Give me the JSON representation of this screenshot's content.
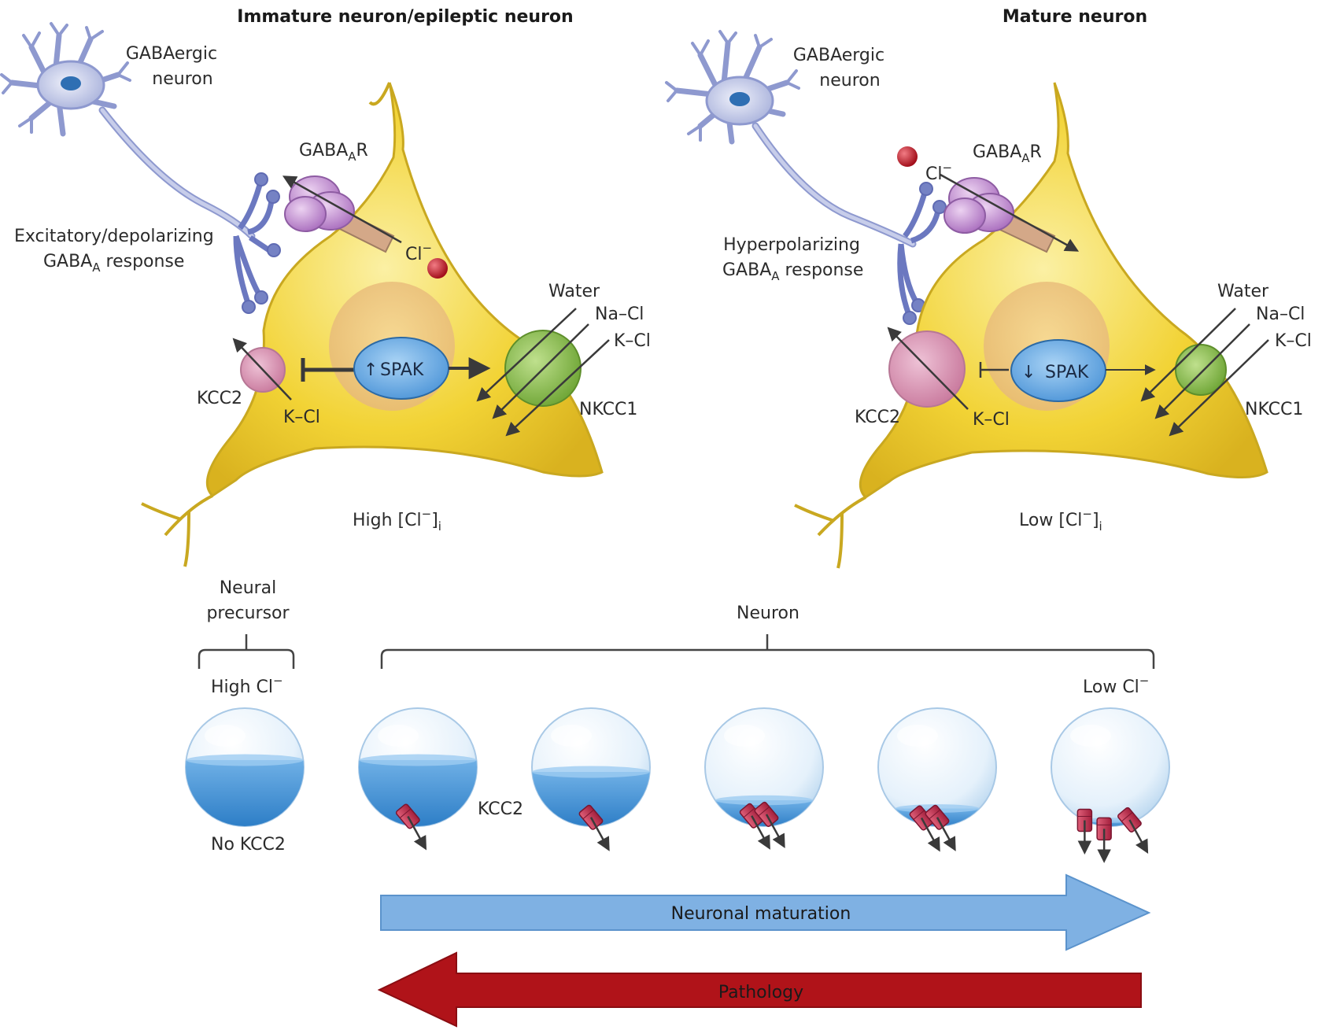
{
  "panels": {
    "left": {
      "title": "Immature neuron/epileptic neuron",
      "gaba_neuron_line1": "GABAergic",
      "gaba_neuron_line2": "neuron",
      "receptor_main": "GABA",
      "receptor_sub": "A",
      "receptor_end": "R",
      "response_line1": "Excitatory/depolarizing",
      "response_line2_main": "GABA",
      "response_line2_sub": "A",
      "response_line2_end": " response",
      "chloride": "Cl",
      "chloride_sup": "−",
      "kcc2": "KCC2",
      "kcl_out": "K–Cl",
      "spak_arrow": "↑",
      "spak": "SPAK",
      "water": "Water",
      "nacl": "Na–Cl",
      "kcl_in": "K–Cl",
      "nkcc1": "NKCC1",
      "conc_main": "High [Cl",
      "conc_sup": "−",
      "conc_end": "]",
      "conc_sub": "i"
    },
    "right": {
      "title": "Mature neuron",
      "gaba_neuron_line1": "GABAergic",
      "gaba_neuron_line2": "neuron",
      "receptor_main": "GABA",
      "receptor_sub": "A",
      "receptor_end": "R",
      "response_line1": "Hyperpolarizing",
      "response_line2_main": "GABA",
      "response_line2_sub": "A",
      "response_line2_end": " response",
      "chloride": "Cl",
      "chloride_sup": "−",
      "kcc2": "KCC2",
      "kcl_out": "K–Cl",
      "spak_arrow": "↓",
      "spak": "SPAK",
      "water": "Water",
      "nacl": "Na–Cl",
      "kcl_in": "K–Cl",
      "nkcc1": "NKCC1",
      "conc_main": "Low [Cl",
      "conc_sup": "−",
      "conc_end": "]",
      "conc_sub": "i"
    }
  },
  "timeline": {
    "precursor_line1": "Neural",
    "precursor_line2": "precursor",
    "neuron": "Neuron",
    "high_cl_main": "High Cl",
    "high_cl_sup": "−",
    "low_cl_main": "Low Cl",
    "low_cl_sup": "−",
    "no_kcc2": "No KCC2",
    "kcc2": "KCC2",
    "maturation": "Neuronal maturation",
    "pathology": "Pathology"
  },
  "colors": {
    "cell_body": "#f2d335",
    "cell_outline": "#c9a820",
    "gaba_neuron": "#c7cdea",
    "gaba_nucleus": "#2f6fb3",
    "receptor": "#c99ad6",
    "spak": "#7bb6e8",
    "kcc2": "#d597b4",
    "nkcc1": "#8fc04c",
    "chloride_ion": "#c0202e",
    "sphere_fill": "#3e8fd4",
    "maturation_arrow": "#7fb1e3",
    "pathology_arrow": "#b01319"
  }
}
